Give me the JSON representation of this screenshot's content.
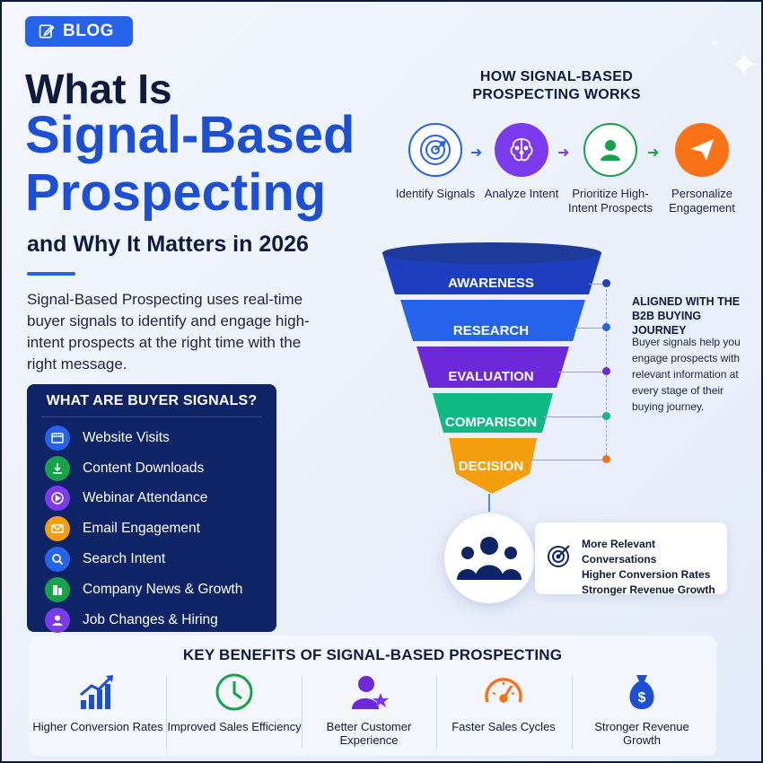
{
  "badge": {
    "label": "BLOG",
    "icon": "edit-icon"
  },
  "title": {
    "line1": "What Is",
    "line2": "Signal-Based",
    "line3": "Prospecting",
    "line4": "and Why It Matters in 2026"
  },
  "intro": "Signal-Based Prospecting uses real-time buyer signals to identify and engage high-intent prospects at the right time with the right message.",
  "buyer_signals": {
    "title": "WHAT ARE BUYER SIGNALS?",
    "items": [
      {
        "label": "Website Visits",
        "icon": "browser-icon",
        "color": "#2563eb"
      },
      {
        "label": "Content Downloads",
        "icon": "download-icon",
        "color": "#16a34a"
      },
      {
        "label": "Webinar Attendance",
        "icon": "play-icon",
        "color": "#7c3aed"
      },
      {
        "label": "Email Engagement",
        "icon": "mail-icon",
        "color": "#f59e0b"
      },
      {
        "label": "Search Intent",
        "icon": "search-icon",
        "color": "#2563eb"
      },
      {
        "label": "Company News & Growth",
        "icon": "building-icon",
        "color": "#16a34a"
      },
      {
        "label": "Job Changes & Hiring",
        "icon": "person-icon",
        "color": "#7c3aed"
      }
    ]
  },
  "how_it_works": {
    "title": "HOW SIGNAL-BASED PROSPECTING WORKS",
    "steps": [
      {
        "label": "Identify Signals",
        "icon": "radar-icon",
        "color": "#2563eb"
      },
      {
        "label": "Analyze Intent",
        "icon": "brain-icon",
        "color": "#7c3aed"
      },
      {
        "label": "Prioritize High-Intent Prospects",
        "icon": "user-target-icon",
        "color": "#16a34a"
      },
      {
        "label": "Personalize Engagement",
        "icon": "send-icon",
        "color": "#f97316"
      }
    ]
  },
  "funnel": {
    "stages": [
      {
        "label": "AWARENESS",
        "color": "#1d3fbf"
      },
      {
        "label": "RESEARCH",
        "color": "#2563eb"
      },
      {
        "label": "EVALUATION",
        "color": "#6d28d9"
      },
      {
        "label": "COMPARISON",
        "color": "#10b981"
      },
      {
        "label": "DECISION",
        "color": "#f59e0b"
      }
    ]
  },
  "aligned": {
    "title": "ALIGNED WITH THE B2B BUYING JOURNEY",
    "text": "Buyer signals help you engage prospects with relevant information at every stage of their buying journey."
  },
  "outcomes": {
    "items": [
      "More Relevant Conversations",
      "Higher Conversion Rates",
      "Stronger Revenue Growth"
    ]
  },
  "benefits": {
    "title": "KEY BENEFITS OF SIGNAL-BASED PROSPECTING",
    "items": [
      {
        "label": "Higher Conversion Rates",
        "icon": "growth-chart-icon",
        "color": "#1d4ed8"
      },
      {
        "label": "Improved Sales Efficiency",
        "icon": "clock-icon",
        "color": "#16a34a"
      },
      {
        "label": "Better Customer Experience",
        "icon": "person-star-icon",
        "color": "#6d28d9"
      },
      {
        "label": "Faster Sales Cycles",
        "icon": "speedometer-icon",
        "color": "#f97316"
      },
      {
        "label": "Stronger Revenue Growth",
        "icon": "money-bag-icon",
        "color": "#1d4ed8"
      }
    ]
  }
}
